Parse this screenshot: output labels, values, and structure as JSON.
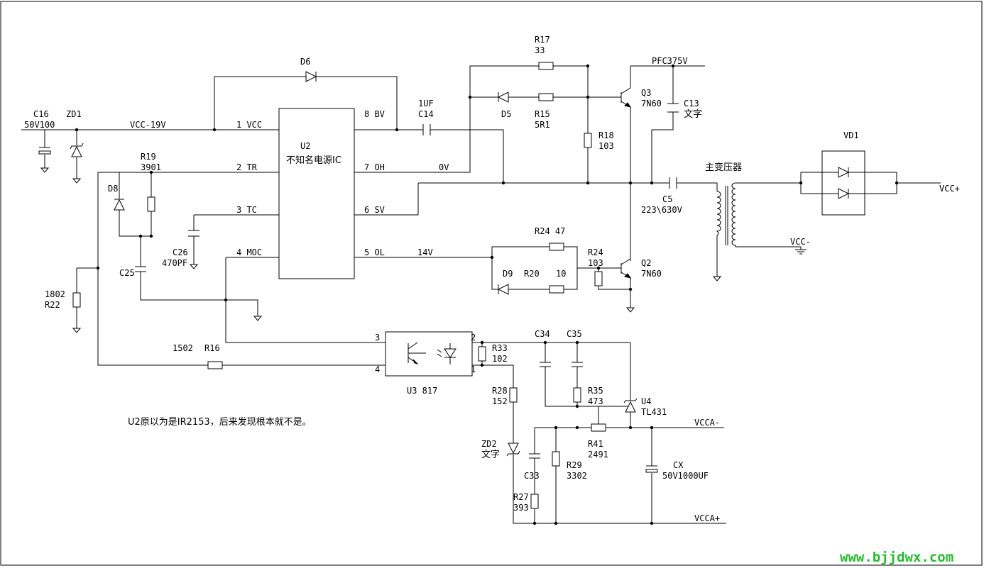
{
  "labels": {
    "c16": "C16",
    "c16_val": "50V100",
    "zd1": "ZD1",
    "vcc19": "VCC-19V",
    "d6": "D6",
    "r19": "R19",
    "r19_val": "3901",
    "d8": "D8",
    "c25": "C25",
    "c26": "C26",
    "c26_val": "470PF",
    "r22_val": "1802",
    "r22": "R22",
    "u2": "U2",
    "u2_name": "不知名电源IC",
    "p1": "1 VCC",
    "p2": "2 TR",
    "p3": "3 TC",
    "p4": "4 MOC",
    "p8": "8 BV",
    "p7": "7 OH",
    "p6": "6 SV",
    "p5": "5 OL",
    "ov": "0V",
    "v14": "14V",
    "c14_val": "1UF",
    "c14": "C14",
    "r17": "R17",
    "r17_val": "33",
    "d5": "D5",
    "r15": "R15",
    "r15_val": "5R1",
    "r18": "R18",
    "r18_val": "103",
    "pfc": "PFC375V",
    "q3": "Q3",
    "q3_val": "7N60",
    "c13": "C13",
    "c13_val": "文字",
    "c5": "C5",
    "c5_val": "223\\630V",
    "xfmr": "主变压器",
    "vd1": "VD1",
    "vccp": "VCC+",
    "vccm": "VCC-",
    "r24a": "R24 47",
    "d9": "D9",
    "r20": "R20",
    "r20_val": "10",
    "r24b": "R24",
    "r24b_val": "103",
    "q2": "Q2",
    "q2_val": "7N60",
    "r16_val": "1502",
    "r16": "R16",
    "u3_p3": "3",
    "u3_p4": "4",
    "u3_p2": "2",
    "u3_p1": "1",
    "u3": "U3 817",
    "r33": "R33",
    "r33_val": "102",
    "c34": "C34",
    "c35": "C35",
    "r28": "R28",
    "r28_val": "152",
    "r35": "R35",
    "r35_val": "473",
    "u4": "U4",
    "u4_val": "TL431",
    "vccam": "VCCA-",
    "zd2": "ZD2",
    "zd2_val": "文字",
    "r41": "R41",
    "r41_val": "2491",
    "c33": "C33",
    "r29": "R29",
    "r29_val": "3302",
    "cx": "CX",
    "cx_val": "50V1000UF",
    "r27": "R27",
    "r27_val": "393",
    "vccap": "VCCA+"
  },
  "note": "U2原以为是IR2153，后来发现根本就不是。",
  "watermark": "www.bjjdwx.com",
  "colors": {
    "wire": "#000000",
    "watermark": "#22c02a",
    "background": "#ffffff"
  }
}
